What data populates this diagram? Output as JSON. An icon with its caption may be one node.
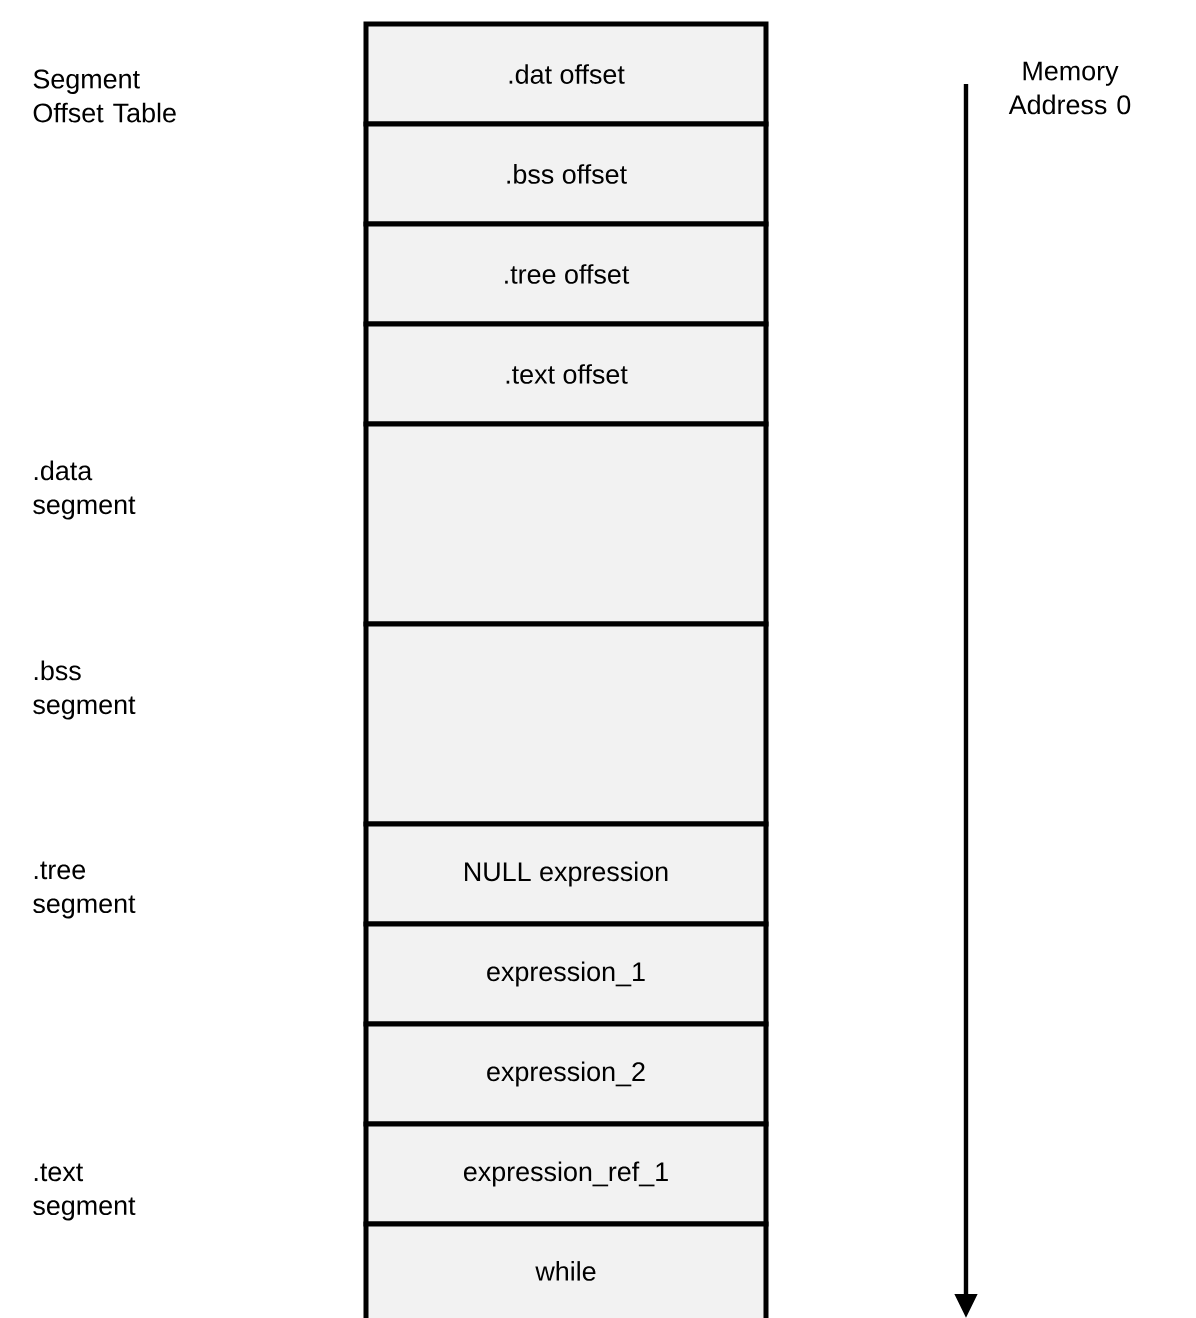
{
  "diagram": {
    "nodes": [
      {
        "text": [
          ".dat offset"
        ]
      },
      {
        "text": [
          ".bss offset"
        ]
      },
      {
        "text": [
          ".tree offset"
        ]
      },
      {
        "text": [
          ".text offset"
        ]
      },
      {
        "text": [],
        "shape": "box"
      },
      {
        "text": [],
        "shape": "box"
      },
      {
        "text": [
          "NULL expression"
        ]
      },
      {
        "text": [
          "expression_1"
        ]
      },
      {
        "text": [
          "expression_2"
        ]
      },
      {
        "text": [
          "expression_ref_1"
        ]
      },
      {
        "text": [
          "while"
        ]
      }
    ],
    "labels": [
      "Segment Offset Table",
      ".data segment",
      ".bss segment",
      ".tree segment",
      ".text segment",
      "Memory Address 0"
    ]
  }
}
